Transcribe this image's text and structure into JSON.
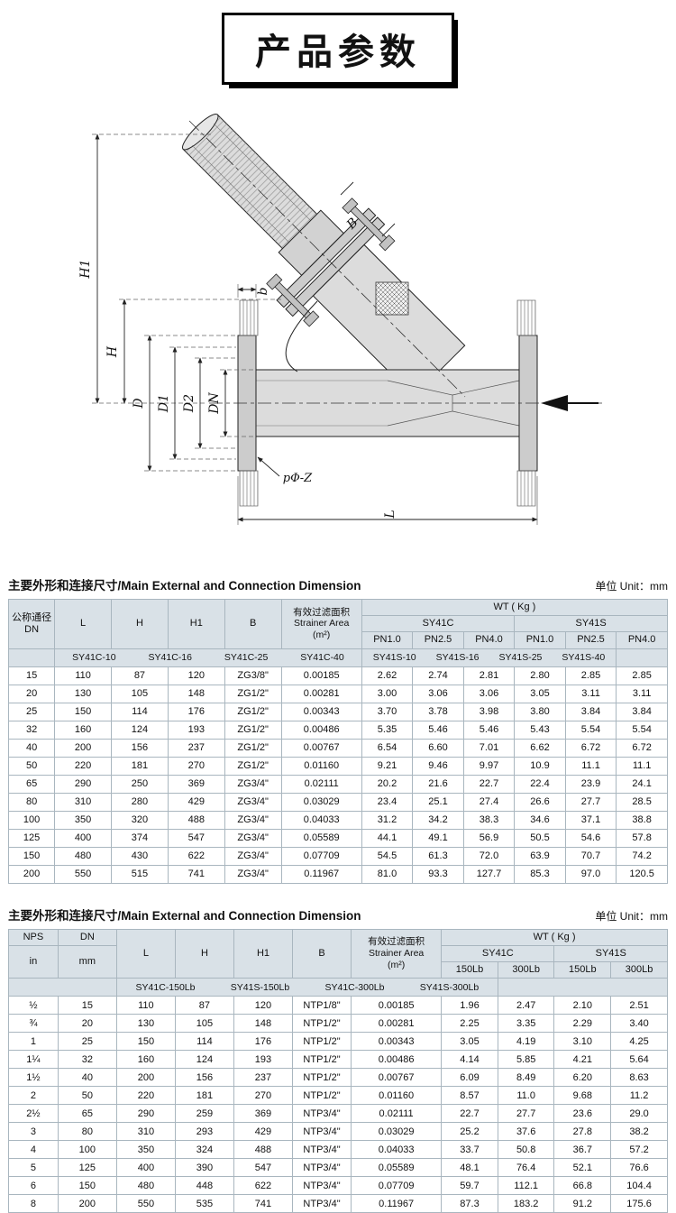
{
  "title": "产品参数",
  "diagram": {
    "labels": {
      "H1": "H1",
      "H": "H",
      "D": "D",
      "D1": "D1",
      "D2": "D2",
      "DN": "DN",
      "b": "b",
      "B": "B",
      "bolt_holes": "pΦ-Z",
      "L": "L"
    }
  },
  "metric": {
    "section_title": "主要外形和连接尺寸/Main External and Connection Dimension",
    "unit": "单位 Unit：mm",
    "head": {
      "dn_cn": "公称通径",
      "dn_en": "DN",
      "l": "L",
      "h": "H",
      "h1": "H1",
      "b": "B",
      "area_cn": "有效过滤面积",
      "area_en": "Strainer Area",
      "area_u": "(m²)",
      "wt": "WT ( Kg )",
      "g1": "SY41C",
      "g2": "SY41S",
      "pn": [
        "PN1.0",
        "PN2.5",
        "PN4.0",
        "PN1.0",
        "PN2.5",
        "PN4.0"
      ]
    },
    "codes_left": [
      "SY41C-10",
      "SY41C-16",
      "SY41C-25",
      "SY41C-40"
    ],
    "codes_right": [
      "SY41S-10",
      "SY41S-16",
      "SY41S-25",
      "SY41S-40"
    ],
    "rows": [
      [
        "15",
        "110",
        "87",
        "120",
        "ZG3/8\"",
        "0.00185",
        "2.62",
        "2.74",
        "2.81",
        "2.80",
        "2.85",
        "2.85"
      ],
      [
        "20",
        "130",
        "105",
        "148",
        "ZG1/2\"",
        "0.00281",
        "3.00",
        "3.06",
        "3.06",
        "3.05",
        "3.11",
        "3.11"
      ],
      [
        "25",
        "150",
        "114",
        "176",
        "ZG1/2\"",
        "0.00343",
        "3.70",
        "3.78",
        "3.98",
        "3.80",
        "3.84",
        "3.84"
      ],
      [
        "32",
        "160",
        "124",
        "193",
        "ZG1/2\"",
        "0.00486",
        "5.35",
        "5.46",
        "5.46",
        "5.43",
        "5.54",
        "5.54"
      ],
      [
        "40",
        "200",
        "156",
        "237",
        "ZG1/2\"",
        "0.00767",
        "6.54",
        "6.60",
        "7.01",
        "6.62",
        "6.72",
        "6.72"
      ],
      [
        "50",
        "220",
        "181",
        "270",
        "ZG1/2\"",
        "0.01160",
        "9.21",
        "9.46",
        "9.97",
        "10.9",
        "11.1",
        "11.1"
      ],
      [
        "65",
        "290",
        "250",
        "369",
        "ZG3/4\"",
        "0.02111",
        "20.2",
        "21.6",
        "22.7",
        "22.4",
        "23.9",
        "24.1"
      ],
      [
        "80",
        "310",
        "280",
        "429",
        "ZG3/4\"",
        "0.03029",
        "23.4",
        "25.1",
        "27.4",
        "26.6",
        "27.7",
        "28.5"
      ],
      [
        "100",
        "350",
        "320",
        "488",
        "ZG3/4\"",
        "0.04033",
        "31.2",
        "34.2",
        "38.3",
        "34.6",
        "37.1",
        "38.8"
      ],
      [
        "125",
        "400",
        "374",
        "547",
        "ZG3/4\"",
        "0.05589",
        "44.1",
        "49.1",
        "56.9",
        "50.5",
        "54.6",
        "57.8"
      ],
      [
        "150",
        "480",
        "430",
        "622",
        "ZG3/4\"",
        "0.07709",
        "54.5",
        "61.3",
        "72.0",
        "63.9",
        "70.7",
        "74.2"
      ],
      [
        "200",
        "550",
        "515",
        "741",
        "ZG3/4\"",
        "0.11967",
        "81.0",
        "93.3",
        "127.7",
        "85.3",
        "97.0",
        "120.5"
      ]
    ]
  },
  "imperial": {
    "section_title": "主要外形和连接尺寸/Main External and Connection Dimension",
    "unit": "单位 Unit：mm",
    "head": {
      "nps": "NPS",
      "in": "in",
      "dn": "DN",
      "mm": "mm",
      "l": "L",
      "h": "H",
      "h1": "H1",
      "b": "B",
      "area_cn": "有效过滤面积",
      "area_en": "Strainer Area",
      "area_u": "(m²)",
      "wt": "WT ( Kg )",
      "g1": "SY41C",
      "g2": "SY41S",
      "lb": [
        "150Lb",
        "300Lb",
        "150Lb",
        "300Lb"
      ]
    },
    "codes": [
      "SY41C-150Lb",
      "SY41S-150Lb",
      "SY41C-300Lb",
      "SY41S-300Lb"
    ],
    "rows": [
      [
        "½",
        "15",
        "110",
        "87",
        "120",
        "NTP1/8\"",
        "0.00185",
        "1.96",
        "2.47",
        "2.10",
        "2.51"
      ],
      [
        "¾",
        "20",
        "130",
        "105",
        "148",
        "NTP1/2\"",
        "0.00281",
        "2.25",
        "3.35",
        "2.29",
        "3.40"
      ],
      [
        "1",
        "25",
        "150",
        "114",
        "176",
        "NTP1/2\"",
        "0.00343",
        "3.05",
        "4.19",
        "3.10",
        "4.25"
      ],
      [
        "1¼",
        "32",
        "160",
        "124",
        "193",
        "NTP1/2\"",
        "0.00486",
        "4.14",
        "5.85",
        "4.21",
        "5.64"
      ],
      [
        "1½",
        "40",
        "200",
        "156",
        "237",
        "NTP1/2\"",
        "0.00767",
        "6.09",
        "8.49",
        "6.20",
        "8.63"
      ],
      [
        "2",
        "50",
        "220",
        "181",
        "270",
        "NTP1/2\"",
        "0.01160",
        "8.57",
        "11.0",
        "9.68",
        "11.2"
      ],
      [
        "2½",
        "65",
        "290",
        "259",
        "369",
        "NTP3/4\"",
        "0.02111",
        "22.7",
        "27.7",
        "23.6",
        "29.0"
      ],
      [
        "3",
        "80",
        "310",
        "293",
        "429",
        "NTP3/4\"",
        "0.03029",
        "25.2",
        "37.6",
        "27.8",
        "38.2"
      ],
      [
        "4",
        "100",
        "350",
        "324",
        "488",
        "NTP3/4\"",
        "0.04033",
        "33.7",
        "50.8",
        "36.7",
        "57.2"
      ],
      [
        "5",
        "125",
        "400",
        "390",
        "547",
        "NTP3/4\"",
        "0.05589",
        "48.1",
        "76.4",
        "52.1",
        "76.6"
      ],
      [
        "6",
        "150",
        "480",
        "448",
        "622",
        "NTP3/4\"",
        "0.07709",
        "59.7",
        "112.1",
        "66.8",
        "104.4"
      ],
      [
        "8",
        "200",
        "550",
        "535",
        "741",
        "NTP3/4\"",
        "0.11967",
        "87.3",
        "183.2",
        "91.2",
        "175.6"
      ]
    ]
  }
}
